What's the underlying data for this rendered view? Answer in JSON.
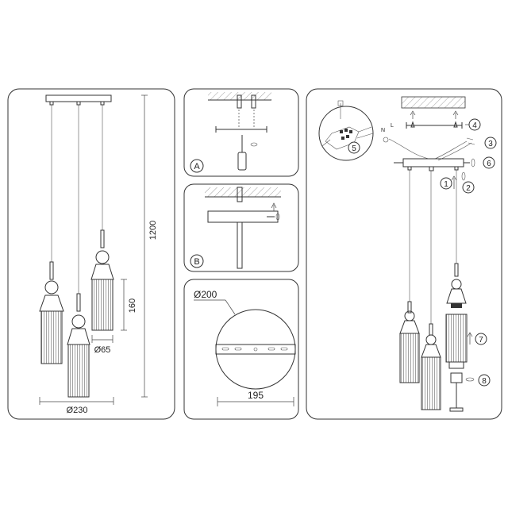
{
  "dimensions": {
    "height_total": "1200",
    "shade_height": "160",
    "shade_diameter": "Ø65",
    "canopy_diameter": "Ø230",
    "plate_diameter": "Ø200",
    "plate_hole_spacing": "195"
  },
  "panels": {
    "a_label": "A",
    "b_label": "B"
  },
  "steps": {
    "s1": "1",
    "s2": "2",
    "s3": "3",
    "s4": "4",
    "s5": "5",
    "s6": "6",
    "s7": "7",
    "s8": "8"
  },
  "wires": {
    "n_label": "N",
    "l_label": "L"
  }
}
